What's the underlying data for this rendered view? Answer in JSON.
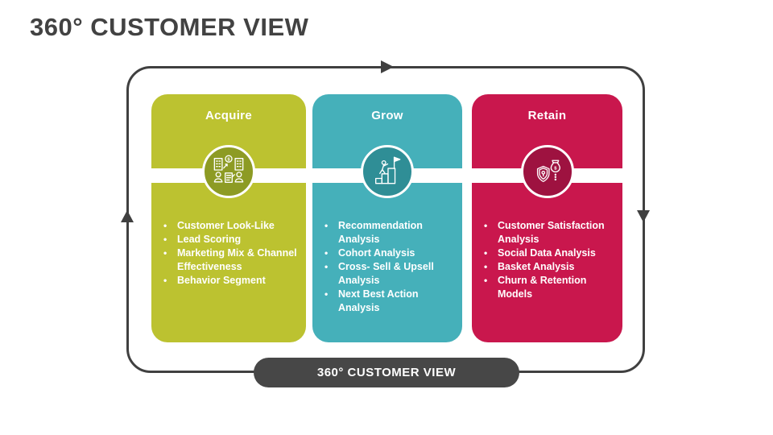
{
  "slide": {
    "title": "360° CUSTOMER VIEW",
    "footer_label": "360° CUSTOMER VIEW"
  },
  "colors": {
    "title_text": "#424242",
    "loop_border": "#404040",
    "footer_bg": "#474747",
    "text_on_cards": "#ffffff",
    "acquire_card": "#bcc230",
    "acquire_circle": "#8d9b24",
    "grow_card": "#45b0ba",
    "grow_circle": "#2f8e96",
    "retain_card": "#c9174d",
    "retain_circle": "#9e1240"
  },
  "columns": [
    {
      "id": "acquire",
      "label": "Acquire",
      "icon": "b2b-deal-icon",
      "card_color": "#bcc230",
      "circle_color": "#8d9b24",
      "items": [
        "Customer Look-Like",
        "Lead Scoring",
        "Marketing Mix & Channel Effectiveness",
        "Behavior Segment"
      ]
    },
    {
      "id": "grow",
      "label": "Grow",
      "icon": "growth-climb-flag-icon",
      "card_color": "#45b0ba",
      "circle_color": "#2f8e96",
      "items": [
        "Recommendation Analysis",
        "Cohort Analysis",
        "Cross- Sell & Upsell Analysis",
        "Next Best Action Analysis"
      ]
    },
    {
      "id": "retain",
      "label": "Retain",
      "icon": "shield-money-bag-icon",
      "card_color": "#c9174d",
      "circle_color": "#9e1240",
      "items": [
        "Customer Satisfaction Analysis",
        "Social Data Analysis",
        "Basket  Analysis",
        "Churn & Retention Models"
      ]
    }
  ],
  "loop": {
    "direction": "clockwise"
  }
}
